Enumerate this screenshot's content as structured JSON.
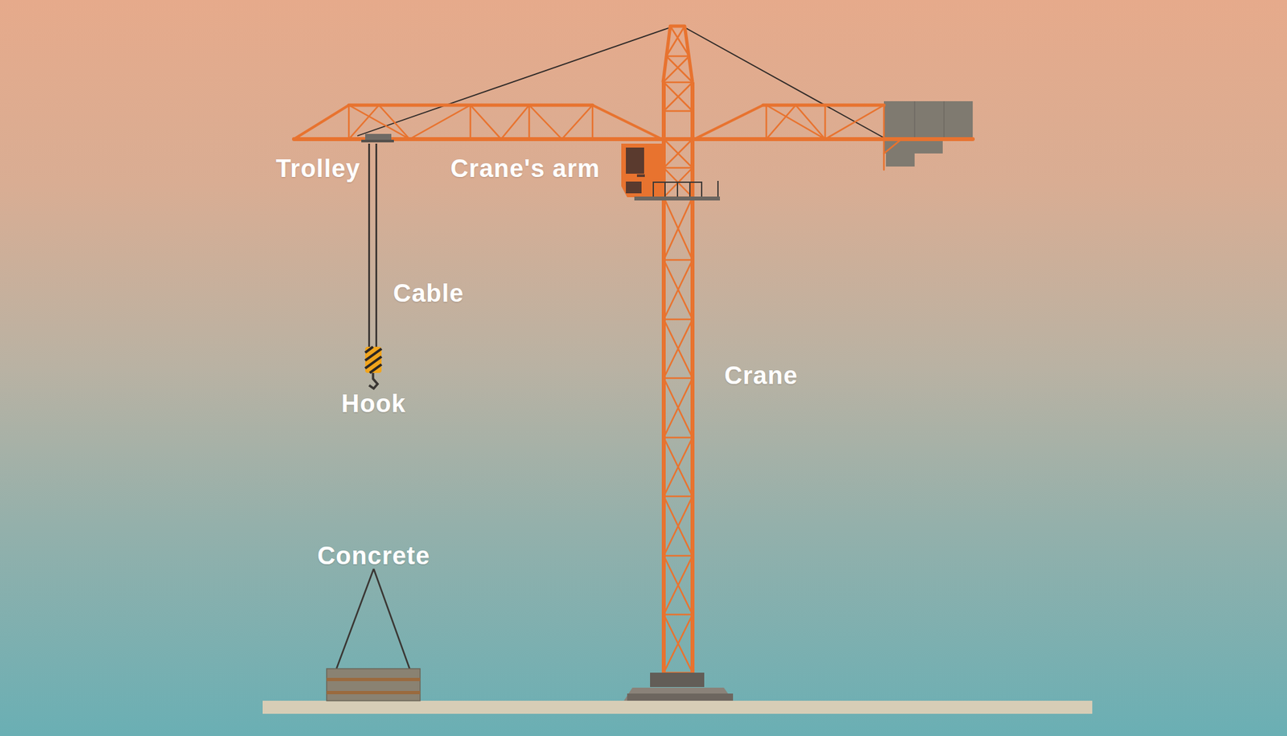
{
  "diagram": {
    "labels": [
      "Trolley",
      "Crane's arm",
      "Cable",
      "Hook",
      "Crane",
      "Concrete"
    ]
  }
}
